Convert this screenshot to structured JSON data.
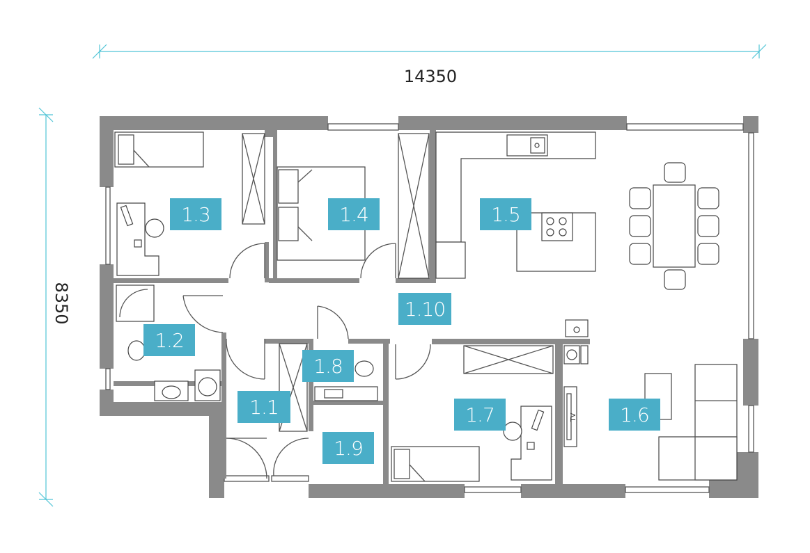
{
  "dimensions": {
    "width_label": "14350",
    "height_label": "8350"
  },
  "rooms": [
    {
      "id": "1.1",
      "label": "1.1"
    },
    {
      "id": "1.2",
      "label": "1.2"
    },
    {
      "id": "1.3",
      "label": "1.3"
    },
    {
      "id": "1.4",
      "label": "1.4"
    },
    {
      "id": "1.5",
      "label": "1.5"
    },
    {
      "id": "1.6",
      "label": "1.6"
    },
    {
      "id": "1.7",
      "label": "1.7"
    },
    {
      "id": "1.8",
      "label": "1.8"
    },
    {
      "id": "1.9",
      "label": "1.9"
    },
    {
      "id": "1.10",
      "label": "1.10"
    }
  ],
  "fixtures": {
    "tv_label": "TV"
  },
  "colors": {
    "wall": "#8a8a8a",
    "room_label_bg": "#4aaec8",
    "dimension_line": "#4fc4d6"
  }
}
